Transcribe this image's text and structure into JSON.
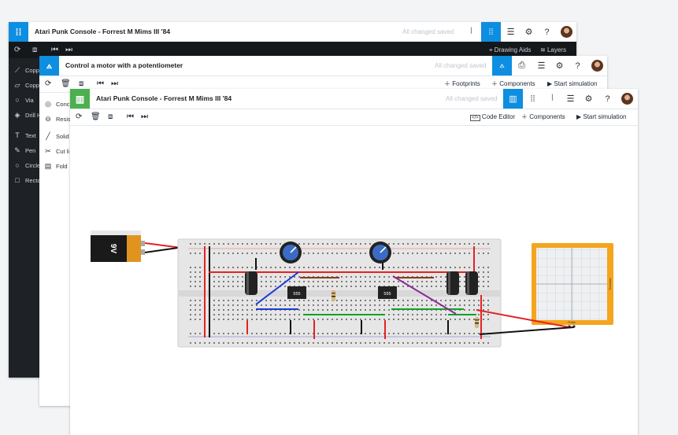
{
  "colors": {
    "blue": "#0d8ee0",
    "green": "#4caf50",
    "dark": "#1e2226"
  },
  "pcb": {
    "title": "Atari Punk Console - Forrest M Mims III '84",
    "saved": "All changed saved",
    "toolbar": {
      "drawing_aids": "Drawing Aids",
      "layers": "Layers"
    },
    "sidebar": [
      {
        "icon": "copper-trace-icon",
        "glyph": "⟋",
        "label": "Copp"
      },
      {
        "icon": "copper-pour-icon",
        "glyph": "▱",
        "label": "Copp"
      },
      {
        "icon": "via-icon",
        "glyph": "○",
        "label": "Via"
      },
      {
        "icon": "drill-hole-icon",
        "glyph": "◈",
        "label": "Drill H"
      },
      {
        "icon": "text-icon",
        "glyph": "T",
        "label": "Text"
      },
      {
        "icon": "pen-icon",
        "glyph": "✎",
        "label": "Pen"
      },
      {
        "icon": "circle-icon",
        "glyph": "○",
        "label": "Circle"
      },
      {
        "icon": "rectangle-icon",
        "glyph": "□",
        "label": "Recta"
      }
    ]
  },
  "schematic": {
    "title": "Control a motor with a potentiometer",
    "saved": "All changed saved",
    "toolbar": {
      "footprints": "Footprints",
      "components": "Components",
      "start_simulation": "Start simulation"
    },
    "sidebar": [
      {
        "icon": "connector-icon",
        "glyph": "◎",
        "label": "Conc"
      },
      {
        "icon": "resistor-icon",
        "glyph": "⊖",
        "label": "Resis"
      },
      {
        "icon": "solid-line-icon",
        "glyph": "╱",
        "label": "Solid"
      },
      {
        "icon": "cut-icon",
        "glyph": "✂",
        "label": "Cut li"
      },
      {
        "icon": "fold-icon",
        "glyph": "▤",
        "label": "Fold"
      }
    ]
  },
  "breadboard": {
    "title": "Atari Punk Console - Forrest M Mims III '84",
    "saved": "All changed saved",
    "toolbar": {
      "code_editor": "Code Editor",
      "components": "Components",
      "start_simulation": "Start simulation"
    },
    "battery_label": "9V",
    "chip_label": "555",
    "scope_left_label": "Timebase",
    "scope_bottom_label": "Probe"
  }
}
